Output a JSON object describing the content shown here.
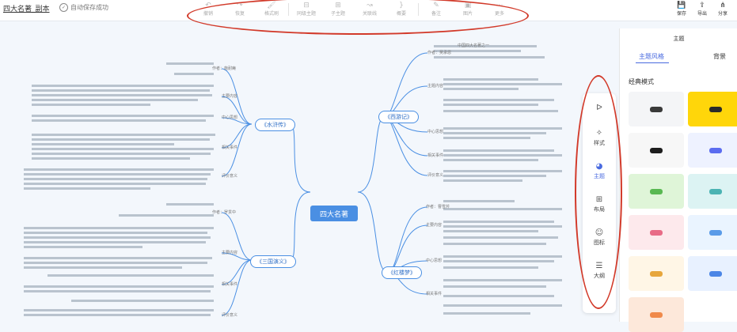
{
  "header": {
    "doc_title": "四大名著_副本",
    "save_status": "自动保存成功",
    "tools": [
      {
        "label": "撤销",
        "icon": "undo-icon"
      },
      {
        "label": "恢复",
        "icon": "redo-icon"
      },
      {
        "label": "格式刷",
        "icon": "format-brush-icon"
      },
      {
        "label": "同级主题",
        "icon": "sibling-topic-icon"
      },
      {
        "label": "子主题",
        "icon": "child-topic-icon"
      },
      {
        "label": "关联线",
        "icon": "relation-line-icon"
      },
      {
        "label": "概要",
        "icon": "summary-icon"
      },
      {
        "label": "备注",
        "icon": "note-icon"
      },
      {
        "label": "图片",
        "icon": "image-icon"
      },
      {
        "label": "更多",
        "icon": "more-icon"
      }
    ],
    "right_tools": [
      {
        "label": "保存",
        "icon": "save-icon"
      },
      {
        "label": "导出",
        "icon": "export-icon"
      },
      {
        "label": "分享",
        "icon": "share-icon"
      }
    ]
  },
  "mindmap": {
    "central": "四大名著",
    "branches": [
      {
        "label": "《西游记》"
      },
      {
        "label": "《水浒传》"
      },
      {
        "label": "《三国演义》"
      },
      {
        "label": "《红楼梦》"
      }
    ],
    "notes": {
      "xiyou": [
        "作者：吴承恩",
        "中国四大名著之一",
        "主题内容",
        "中心思想",
        "相关事件",
        "评价意义"
      ],
      "shuihu": [
        "作者：施耐庵",
        "主要内容",
        "中心思想",
        "相关事件",
        "评价意义"
      ],
      "sanguo": [
        "作者：罗贯中",
        "主要内容",
        "相关事件",
        "评价意义"
      ],
      "honglou": [
        "作者：曹雪芹",
        "主要内容",
        "中心思想",
        "相关事件"
      ]
    }
  },
  "sidebar": {
    "items": [
      {
        "label": "",
        "icon": "collapse-icon"
      },
      {
        "label": "样式",
        "icon": "style-icon"
      },
      {
        "label": "主题",
        "icon": "theme-icon",
        "active": true
      },
      {
        "label": "布局",
        "icon": "layout-icon"
      },
      {
        "label": "图标",
        "icon": "emoji-icon"
      },
      {
        "label": "大纲",
        "icon": "outline-icon"
      }
    ]
  },
  "panel": {
    "title": "主题",
    "tabs": [
      "主题风格",
      "背景"
    ],
    "section_title": "经典模式",
    "themes": [
      {
        "bg": "#f4f5f7",
        "center": "#3a3a3a"
      },
      {
        "bg": "#ffd60a",
        "center": "#2a2a2a"
      },
      {
        "bg": "#f7f7f7",
        "center": "#1e1e1e"
      },
      {
        "bg": "#eef2ff",
        "center": "#5b6cf0"
      },
      {
        "bg": "#dff5d8",
        "center": "#59b852"
      },
      {
        "bg": "#dcf3f3",
        "center": "#4bb3b3"
      },
      {
        "bg": "#fde9ec",
        "center": "#e86b86"
      },
      {
        "bg": "#eaf4ff",
        "center": "#5a9be8"
      },
      {
        "bg": "#fff6e6",
        "center": "#e7a63c"
      },
      {
        "bg": "#e8f1ff",
        "center": "#4b86e6"
      },
      {
        "bg": "#fde8da",
        "center": "#f08a4b"
      }
    ]
  },
  "colors": {
    "accent": "#4a6be0",
    "branch": "#4a8fe3",
    "annotation": "#d23a2a"
  }
}
